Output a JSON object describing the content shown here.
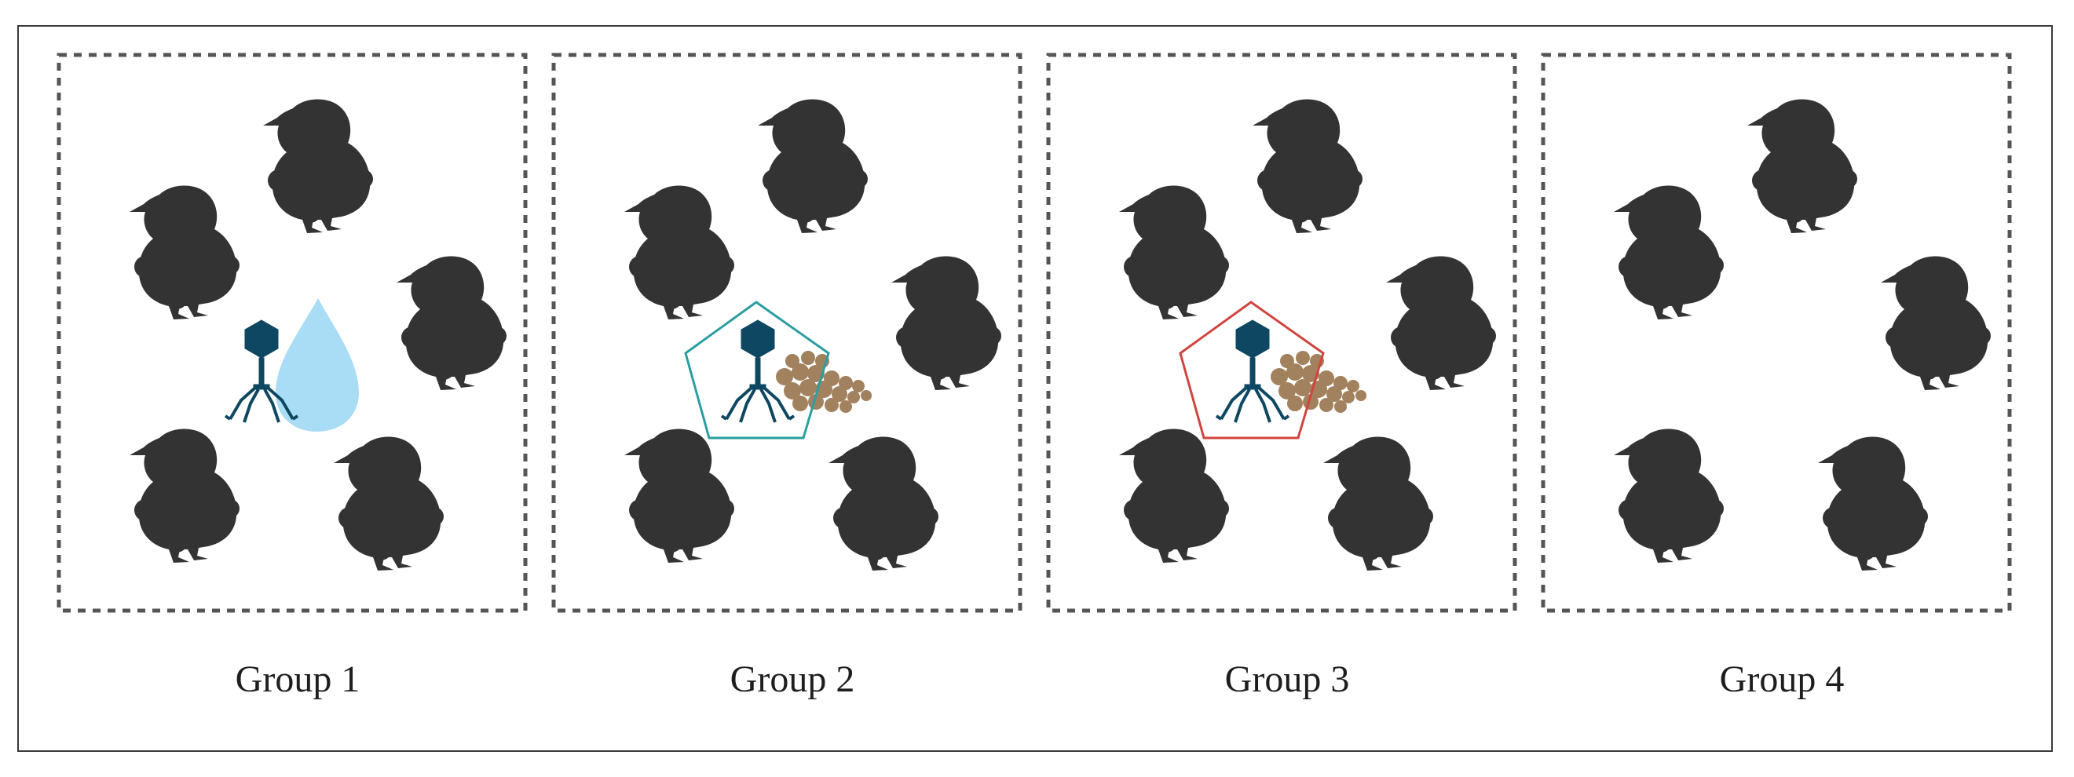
{
  "colors": {
    "chick": "#333333",
    "phage": "#0e4761",
    "water_drop": "#a9dcf5",
    "feed_pellet": "#a2815e",
    "capsule_group2": "#2a9ea1",
    "capsule_group3": "#d0453f",
    "dashed_border": "#555555"
  },
  "groups": [
    {
      "label": "Group 1",
      "treatment": "phage-in-water"
    },
    {
      "label": "Group 2",
      "treatment": "encapsulated-phage-in-feed"
    },
    {
      "label": "Group 3",
      "treatment": "encapsulated-phage-in-feed"
    },
    {
      "label": "Group 4",
      "treatment": "none"
    }
  ]
}
